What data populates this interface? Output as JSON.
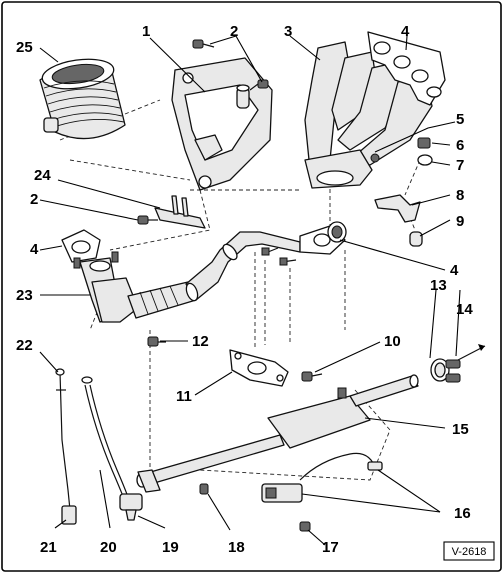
{
  "callouts": {
    "c1": "1",
    "c2a": "2",
    "c2b": "2",
    "c3": "3",
    "c4a": "4",
    "c4b": "4",
    "c4c": "4",
    "c5": "5",
    "c6": "6",
    "c7": "7",
    "c8": "8",
    "c9": "9",
    "c10": "10",
    "c11": "11",
    "c12": "12",
    "c13": "13",
    "c14": "14",
    "c15": "15",
    "c16": "16",
    "c17": "17",
    "c18": "18",
    "c19": "19",
    "c20": "20",
    "c21": "21",
    "c22": "22",
    "c23": "23",
    "c24": "24",
    "c25": "25"
  },
  "reference_code": "V-2618"
}
